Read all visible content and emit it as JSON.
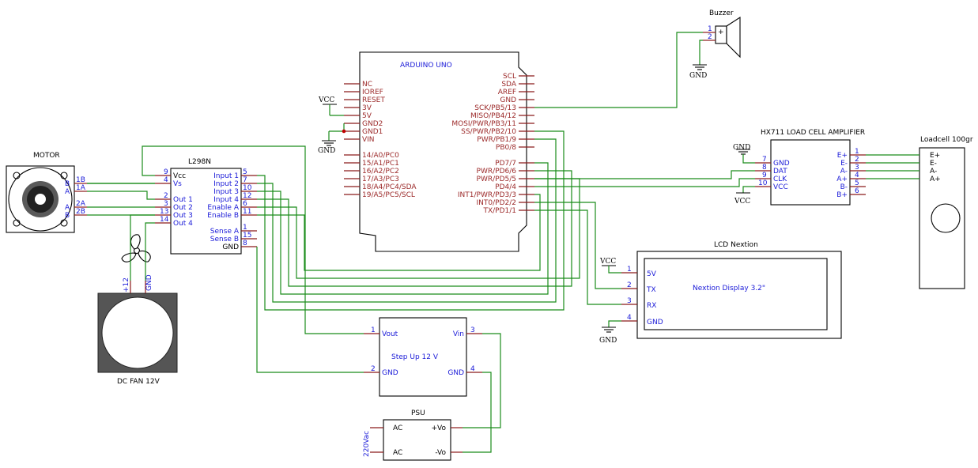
{
  "arduino": {
    "title": "ARDUINO UNO",
    "left_pins": [
      "NC",
      "IOREF",
      "RESET",
      "3V",
      "5V",
      "GND2",
      "GND1",
      "VIN",
      "14/A0/PC0",
      "15/A1/PC1",
      "16/A2/PC2",
      "17/A3/PC3",
      "18/A4/PC4/SDA",
      "19/A5/PC5/SCL"
    ],
    "right_pins": [
      "SCL",
      "SDA",
      "AREF",
      "GND",
      "SCK/PB5/13",
      "MISO/PB4/12",
      "MOSI/PWR/PB3/11",
      "SS/PWR/PB2/10",
      "PWR/PB1/9",
      "PB0/8",
      "PD7/7",
      "PWR/PD6/6",
      "PWR/PD5/5",
      "PD4/4",
      "INT1/PWR/PD3/3",
      "INT0/PD2/2",
      "TX/PD1/1"
    ]
  },
  "buzzer": {
    "title": "Buzzer",
    "pin1": "1",
    "pin2": "2",
    "plus": "+"
  },
  "hx711": {
    "title": "HX711 LOAD CELL AMPLIFIER",
    "left_pins": [
      {
        "num": "7",
        "name": "GND"
      },
      {
        "num": "8",
        "name": "DAT"
      },
      {
        "num": "9",
        "name": "CLK"
      },
      {
        "num": "10",
        "name": "VCC"
      }
    ],
    "right_pins": [
      {
        "num": "1",
        "name": "E+"
      },
      {
        "num": "2",
        "name": "E-"
      },
      {
        "num": "3",
        "name": "A-"
      },
      {
        "num": "4",
        "name": "A+"
      },
      {
        "num": "5",
        "name": "B-"
      },
      {
        "num": "6",
        "name": "B+"
      }
    ]
  },
  "loadcell": {
    "title": "Loadcell 100gr",
    "pins": [
      "E+",
      "E-",
      "A-",
      "A+"
    ]
  },
  "l298n": {
    "title": "L298N",
    "left_pins": [
      {
        "num": "9",
        "name": "Vcc"
      },
      {
        "num": "4",
        "name": "Vs"
      },
      {
        "num": "2",
        "name": "Out 1"
      },
      {
        "num": "3",
        "name": "Out 2"
      },
      {
        "num": "13",
        "name": "Out 3"
      },
      {
        "num": "14",
        "name": "Out 4"
      }
    ],
    "right_pins": [
      {
        "num": "5",
        "name": "Input 1"
      },
      {
        "num": "7",
        "name": "Input 2"
      },
      {
        "num": "10",
        "name": "Input 3"
      },
      {
        "num": "12",
        "name": "Input 4"
      },
      {
        "num": "6",
        "name": "Enable A"
      },
      {
        "num": "11",
        "name": "Enable B"
      },
      {
        "num": "1",
        "name": "Sense A"
      },
      {
        "num": "15",
        "name": "Sense B"
      },
      {
        "num": "8",
        "name": "GND"
      }
    ]
  },
  "motor": {
    "title": "MOTOR",
    "labels": [
      "B",
      "A",
      "A",
      "B"
    ],
    "pins": [
      "1B",
      "1A",
      "2A",
      "2B"
    ]
  },
  "fan": {
    "title": "DC FAN 12V",
    "plus": "+12",
    "gnd": "GND"
  },
  "lcd": {
    "title": "LCD Nextion",
    "display": "Nextion Display 3.2\"",
    "pins": [
      {
        "num": "1",
        "name": "5V"
      },
      {
        "num": "2",
        "name": "TX"
      },
      {
        "num": "3",
        "name": "RX"
      },
      {
        "num": "4",
        "name": "GND"
      }
    ]
  },
  "stepup": {
    "title": "Step Up 12 V",
    "pins": [
      {
        "num": "1",
        "name": "Vout"
      },
      {
        "num": "2",
        "name": "GND"
      },
      {
        "num": "3",
        "name": "Vin"
      },
      {
        "num": "4",
        "name": "GND"
      }
    ]
  },
  "psu": {
    "title": "PSU",
    "side_label": "220Vac",
    "pins": [
      "AC",
      "AC",
      "+Vo",
      "-Vo"
    ]
  },
  "power": {
    "vcc": "VCC",
    "gnd": "GND"
  },
  "colors": {
    "wire": "#1a8c1a",
    "pin": "#8b1a1a",
    "label_blue": "#1a1ad8"
  }
}
